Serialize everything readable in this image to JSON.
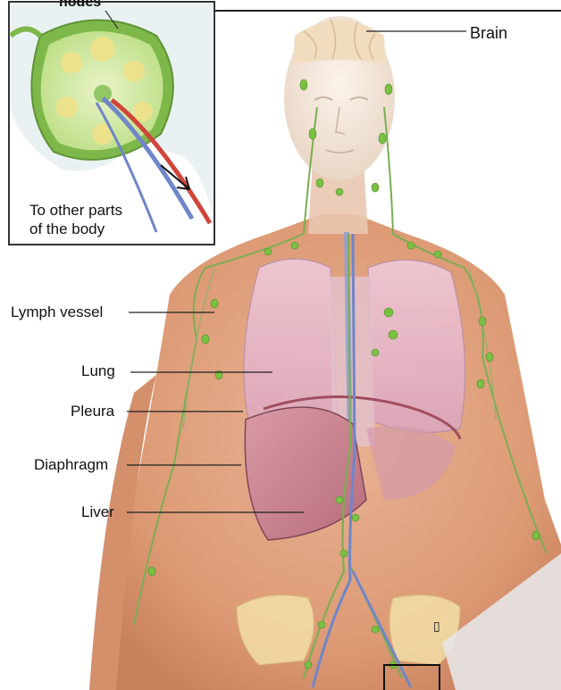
{
  "labels": {
    "brain": "Brain",
    "lymph_vessel": "Lymph vessel",
    "lung": "Lung",
    "pleura": "Pleura",
    "diaphragm": "Diaphragm",
    "liver": "Liver"
  },
  "inset": {
    "top_label": "nodes",
    "caption_line1": "To other parts",
    "caption_line2": "of the body"
  },
  "marker_glyph": "▯",
  "colors": {
    "skin": "#e3a07a",
    "lung": "#e7b7c8",
    "liver": "#c57c8a",
    "lymph_node": "#7ac043",
    "vessel_blue": "#6f86c9",
    "artery_red": "#d0453a"
  }
}
